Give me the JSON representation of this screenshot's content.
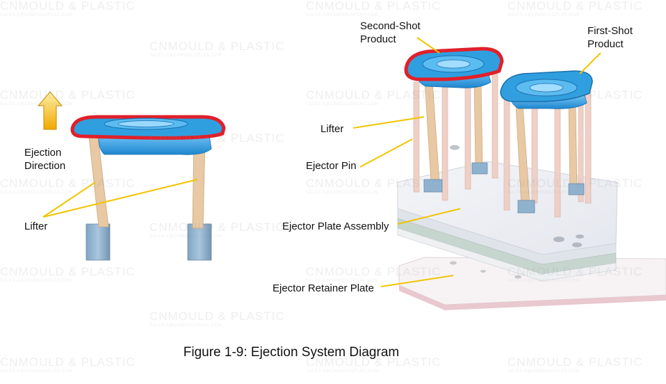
{
  "figure": {
    "caption": "Figure 1-9: Ejection System Diagram",
    "labels": {
      "second_shot_line1": "Second-Shot",
      "second_shot_line2": "Product",
      "first_shot_line1": "First-Shot",
      "first_shot_line2": "Product",
      "ejection_line1": "Ejection",
      "ejection_line2": "Direction",
      "lifter_left": "Lifter",
      "lifter_right": "Lifter",
      "ejector_pin": "Ejector Pin",
      "ejector_plate_assembly": "Ejector Plate Assembly",
      "ejector_retainer_plate": "Ejector Retainer Plate"
    },
    "watermark": {
      "brand": "CNMOULD & PLASTIC",
      "email": "SALES.A@CNMOULDPLAS.COM"
    }
  },
  "colors": {
    "product_blue": "#2f9fe0",
    "rim_red": "#e0202a",
    "lifter_tan": "#e8c9a4",
    "pin_pink": "#efd0c6",
    "leader_yellow": "#f2c400",
    "arrow_orange": "#f0a800",
    "lifter_base_blue": "#8fb2cf"
  }
}
